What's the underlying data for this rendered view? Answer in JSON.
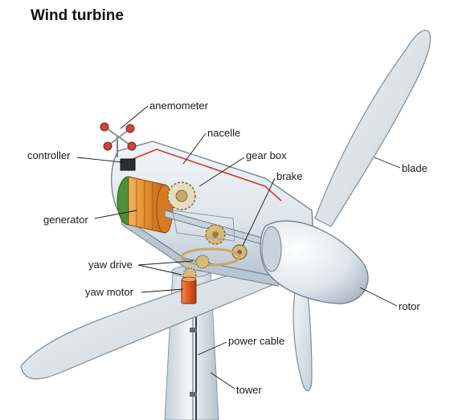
{
  "title": "Wind turbine",
  "labels": {
    "anemometer": "anemometer",
    "controller": "controller",
    "nacelle": "nacelle",
    "gear_box": "gear box",
    "brake": "brake",
    "blade": "blade",
    "generator": "generator",
    "yaw_drive": "yaw drive",
    "yaw_motor": "yaw motor",
    "rotor": "rotor",
    "power_cable": "power cable",
    "tower": "tower"
  },
  "colors": {
    "body": "#dfe6ec",
    "body_shade": "#b9c6d1",
    "outline": "#6e7f8c",
    "generator": "#e48a2e",
    "gear": "#c9a868",
    "yaw_motor": "#e0591e",
    "anemometer_cup": "#c9483b",
    "wire": "#d23b2a",
    "leader": "#1a1a1a"
  }
}
